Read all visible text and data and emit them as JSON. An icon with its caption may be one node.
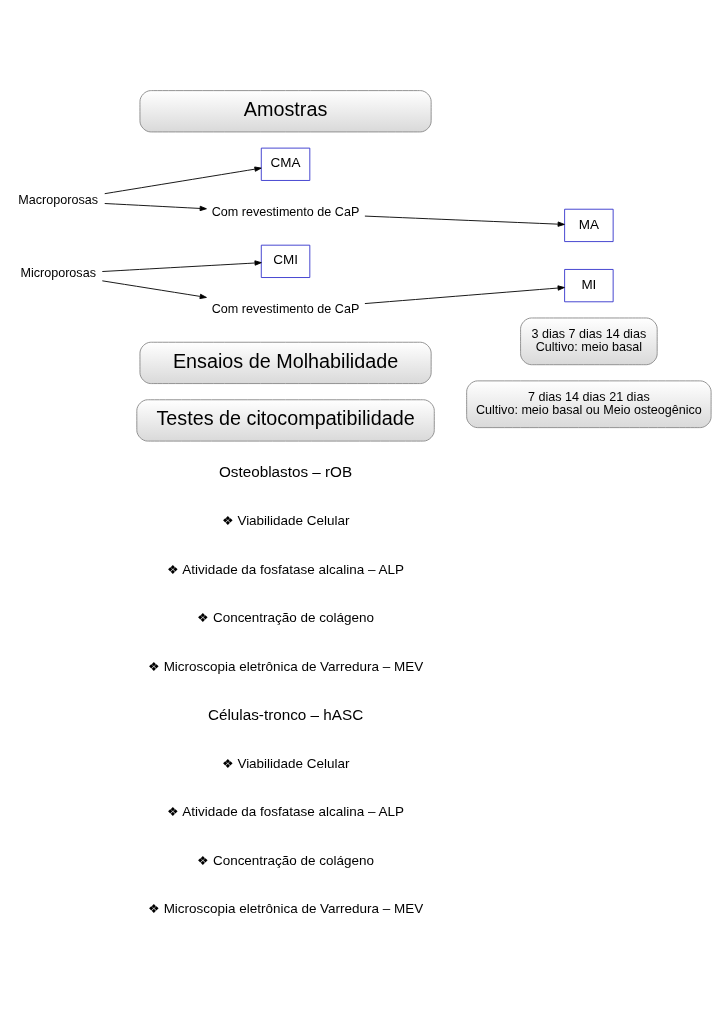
{
  "diagram": {
    "nodes": [
      {
        "text": [
          "Amostras"
        ]
      },
      {
        "text": [
          "Macroporosas"
        ]
      },
      {
        "text": [
          "CMA"
        ]
      },
      {
        "text": [
          "Com revestimento de CaP"
        ]
      },
      {
        "text": [
          "MA"
        ]
      },
      {
        "text": [
          "Microporosas"
        ]
      },
      {
        "text": [
          "CMI"
        ]
      },
      {
        "text": [
          "Com revestimento de CaP"
        ]
      },
      {
        "text": [
          "MI"
        ]
      },
      {
        "text": [
          "Ensaios de Molhabilidade"
        ]
      },
      {
        "text": [
          "Testes de citocompatibilidade"
        ]
      },
      {
        "text": [
          "3 dias 7 dias 14 dias",
          "Cultivo: meio basal"
        ]
      },
      {
        "text": [
          "7 dias 14 dias 21 dias",
          "Cultivo: meio basal ou Meio osteogênico"
        ]
      }
    ],
    "edges": [
      {
        "from": 1,
        "to": 2,
        "arrow": "to"
      },
      {
        "from": 1,
        "to": 3,
        "arrow": "to"
      },
      {
        "from": 3,
        "to": 4,
        "arrow": "to"
      },
      {
        "from": 5,
        "to": 6,
        "arrow": "to"
      },
      {
        "from": 5,
        "to": 7,
        "arrow": "to"
      },
      {
        "from": 7,
        "to": 8,
        "arrow": "to"
      }
    ],
    "labels": [
      "Osteoblastos – rOB",
      "❖ Viabilidade Celular",
      "❖ Atividade da fosfatase alcalina – ALP",
      "❖ Concentração de colágeno",
      "❖ Microscopia eletrônica de Varredura – MEV",
      "Células-tronco – hASC",
      "❖ Viabilidade Celular",
      "❖ Atividade da fosfatase alcalina – ALP",
      "❖ Concentração de colágeno",
      "❖ Microscopia eletrônica de Varredura – MEV"
    ]
  }
}
